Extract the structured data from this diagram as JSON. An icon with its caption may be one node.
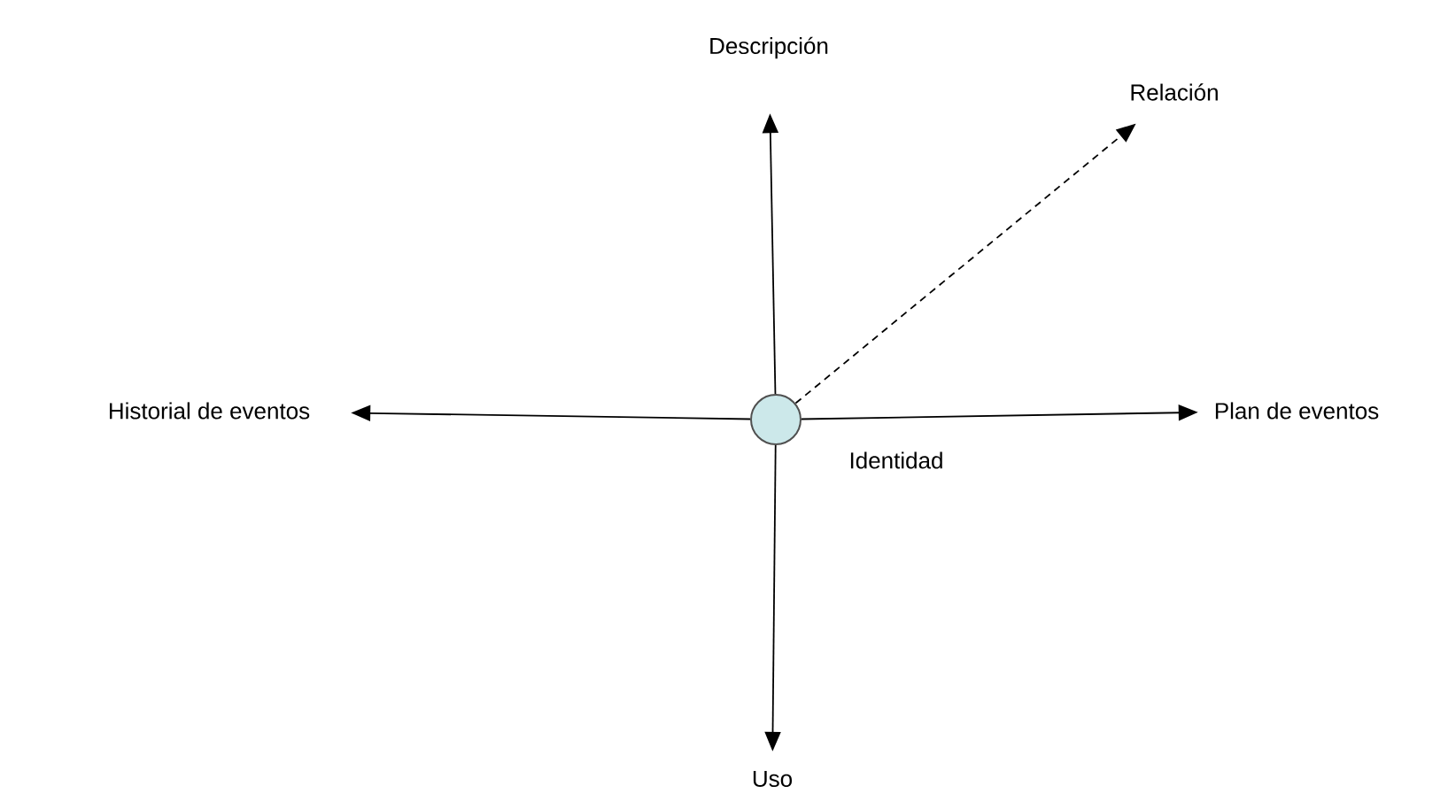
{
  "diagram": {
    "nodes": [
      {
        "text": [],
        "shape": "circle",
        "beside": [
          "Identidad"
        ]
      },
      {
        "text": [
          "Descripción"
        ]
      },
      {
        "text": [
          "Relación"
        ]
      },
      {
        "text": [
          "Historial de eventos"
        ]
      },
      {
        "text": [
          "Plan de eventos"
        ]
      },
      {
        "text": [
          "Uso"
        ]
      }
    ],
    "edges": [
      {
        "from": 0,
        "to": 1,
        "arrow": "to"
      },
      {
        "from": 0,
        "to": 2,
        "arrow": "to",
        "style": "dashed"
      },
      {
        "from": 0,
        "to": 3,
        "arrow": "to"
      },
      {
        "from": 0,
        "to": 4,
        "arrow": "to"
      },
      {
        "from": 0,
        "to": 5,
        "arrow": "to"
      }
    ]
  }
}
